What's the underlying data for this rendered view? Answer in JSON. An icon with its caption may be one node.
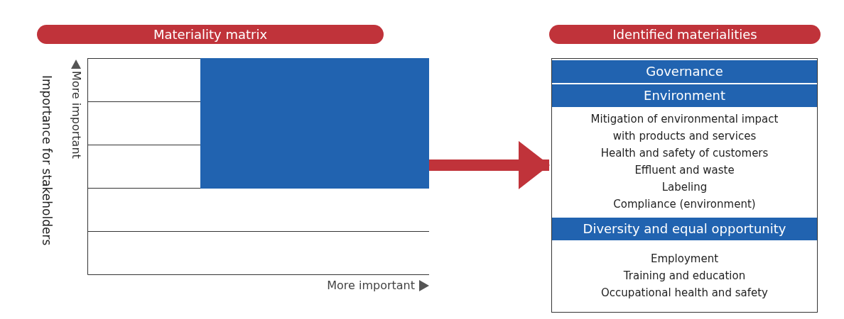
{
  "diagram": {
    "nodes": [
      {
        "text": [
          "Materiality matrix"
        ]
      },
      {
        "text": [],
        "shape": "box"
      },
      {
        "text": [
          "Identified materialities"
        ]
      },
      {
        "text": [],
        "shape": "box"
      },
      {
        "text": [
          "Governance"
        ],
        "in": 3
      },
      {
        "text": [
          "Environment"
        ],
        "in": 3
      },
      {
        "text": [
          "Mitigation of environmental impact with products and services",
          "Health and safety of customers",
          "Effluent and waste",
          "Labeling",
          "Compliance (environment)"
        ],
        "in": 3
      },
      {
        "text": [
          "Diversity and equal opportunity"
        ],
        "in": 3
      },
      {
        "text": [
          "Employment",
          "Training and education",
          "Occupational health and safety"
        ],
        "in": 3
      }
    ],
    "edges": [
      {
        "from": 1,
        "to": 3,
        "arrow": "to",
        "color": "#c0333a"
      }
    ],
    "labels": [
      "More important",
      "Importance for stakeholders",
      "More important"
    ]
  }
}
